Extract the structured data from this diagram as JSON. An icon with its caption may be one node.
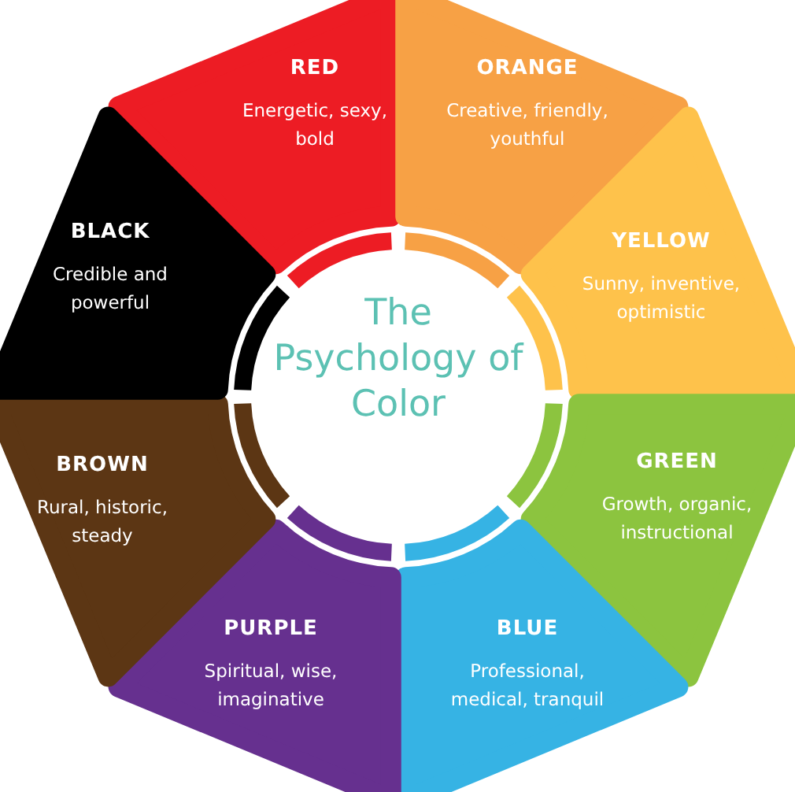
{
  "diagram": {
    "nodes": [
      {
        "text": [
          "The Psychology of Color"
        ]
      },
      {
        "text": [
          "RED",
          "Energetic, sexy, bold"
        ]
      },
      {
        "text": [
          "ORANGE",
          "Creative, friendly, youthful"
        ]
      },
      {
        "text": [
          "YELLOW",
          "Sunny, inventive, optimistic"
        ]
      },
      {
        "text": [
          "GREEN",
          "Growth, organic, instructional"
        ]
      },
      {
        "text": [
          "BLUE",
          "Professional, medical, tranquil"
        ]
      },
      {
        "text": [
          "PURPLE",
          "Spiritual, wise, imaginative"
        ]
      },
      {
        "text": [
          "BROWN",
          "Rural, historic, steady"
        ]
      },
      {
        "text": [
          "BLACK",
          "Credible and powerful"
        ]
      }
    ]
  }
}
